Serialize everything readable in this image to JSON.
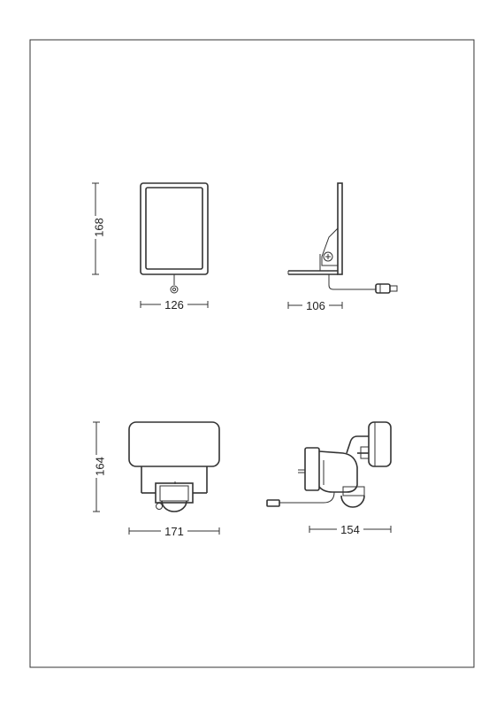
{
  "dimensions": {
    "panel_height": "168",
    "panel_width": "126",
    "panel_depth": "106",
    "lamp_height": "164",
    "lamp_width": "171",
    "lamp_depth": "154"
  }
}
